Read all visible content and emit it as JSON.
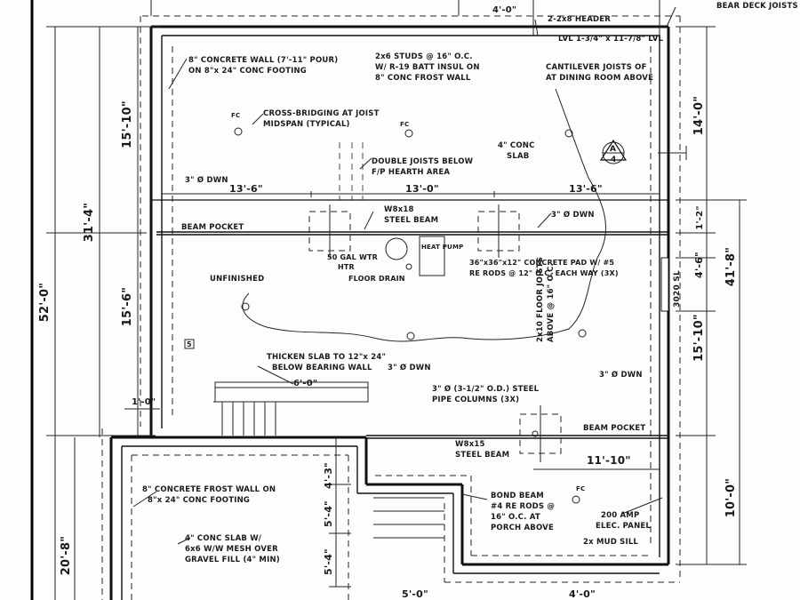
{
  "plan": {
    "dimensions": {
      "overall_left": "52'-0\"",
      "upper_left": "31'-4\"",
      "left_top": "15'-10\"",
      "left_mid": "15'-6\"",
      "left_bottom": "20'-8\"",
      "left_step": "1'-0\"",
      "right_top": "14'-0\"",
      "right_beam": "1'-2\"",
      "right_window": "4'-6\"",
      "right_overall": "41'-8\"",
      "right_mid": "15'-10\"",
      "right_bottom": "10'-0\"",
      "window_height": "3020 SL",
      "beam_span_1": "13'-6\"",
      "beam_span_2": "13'-0\"",
      "beam_span_3": "13'-6\"",
      "column_offset": "11'-10\"",
      "garage_1": "4'-3\"",
      "garage_2": "5'-4\"",
      "garage_3": "5'-4\"",
      "slab_width": "6'-0\"",
      "top_dim": "4'-0\"",
      "bottom_dim_1": "5'-0\"",
      "bottom_dim_2": "4'-0\""
    },
    "notes": {
      "deck_joists": "BEAR DECK JOISTS ON REAR WALL",
      "header": "2-2x8 HEADER",
      "lvl_beam": "LVL 1-3/4\" x 11-7/8\" LVL",
      "concrete_wall_1": "8\" CONCRETE WALL (7'-11\" POUR)",
      "concrete_wall_2": "ON 8\"x 24\" CONC FOOTING",
      "stud_wall_1": "2x6 STUDS @ 16\" O.C.",
      "stud_wall_2": "W/ R-19 BATT INSUL ON",
      "stud_wall_3": "8\" CONC FROST WALL",
      "cantilever_1": "CANTILEVER JOISTS OF",
      "cantilever_2": "AT DINING ROOM ABOVE",
      "cross_bridging_1": "CROSS-BRIDGING AT JOIST",
      "cross_bridging_2": "MIDSPAN (TYPICAL)",
      "double_joists_1": "DOUBLE JOISTS BELOW",
      "double_joists_2": "F/P HEARTH AREA",
      "conc_slab_1": "4\" CONC",
      "conc_slab_2": "SLAB",
      "dn_1": "3\" Ø DWN",
      "dn_2": "3\" Ø DWN",
      "dn_3": "3\" Ø DWN",
      "dn_4": "3\" Ø DWN",
      "beam_pocket_1": "BEAM POCKET",
      "beam_pocket_2": "BEAM POCKET",
      "steel_beam_1a": "W8x18",
      "steel_beam_1b": "STEEL BEAM",
      "steel_beam_2a": "W8x15",
      "steel_beam_2b": "STEEL BEAM",
      "water_heater_1": "50 GAL WTR",
      "water_heater_2": "HTR",
      "heat_pump": "HEAT PUMP",
      "floor_drain": "FLOOR DRAIN",
      "footing_pad_1": "36\"x36\"x12\" CONCRETE PAD W/ #5",
      "footing_pad_2": "RE RODS @ 12\" O.C. EACH WAY (3X)",
      "unfinished": "UNFINISHED",
      "thicken_slab_1": "THICKEN SLAB TO 12\"x 24\"",
      "thicken_slab_2": "BELOW BEARING WALL",
      "floor_joists_1": "2x10 FLOOR JOISTS",
      "floor_joists_2": "ABOVE @ 16\" O.C.",
      "steel_columns_1": "3\" Ø (3-1/2\" O.D.) STEEL",
      "steel_columns_2": "PIPE COLUMNS (3X)",
      "frost_wall_1": "8\" CONCRETE FROST WALL ON",
      "frost_wall_2": "8\"x 24\" CONC FOOTING",
      "garage_slab_1": "4\" CONC SLAB W/",
      "garage_slab_2": "6x6 W/W MESH OVER",
      "garage_slab_3": "GRAVEL FILL (4\" MIN)",
      "bond_beam_1": "BOND BEAM",
      "bond_beam_2": "#4 RE RODS @",
      "bond_beam_3": "16\" O.C. AT",
      "bond_beam_4": "PORCH ABOVE",
      "elec_panel_1": "200 AMP",
      "elec_panel_2": "ELEC. PANEL",
      "sill": "2x MUD SILL",
      "fc_1": "FC",
      "fc_2": "FC",
      "fc_3": "FC",
      "section_top": "A",
      "section_bottom": "4",
      "tag_5": "5"
    }
  }
}
